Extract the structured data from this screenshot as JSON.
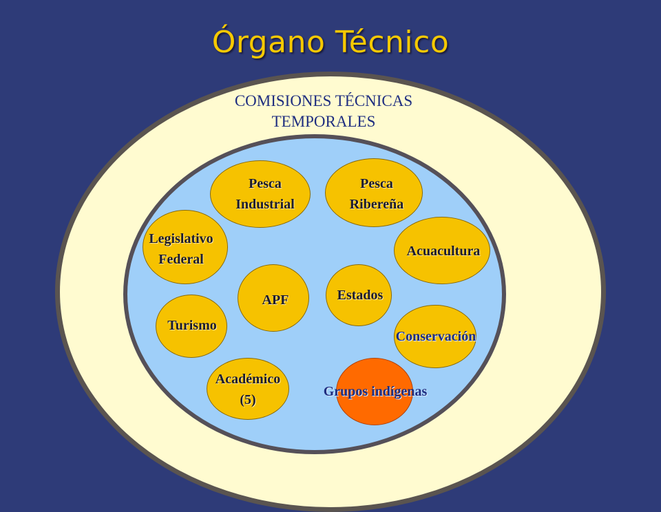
{
  "title": "Órgano Técnico",
  "outer": {
    "label": "COMISIONES TÉCNICAS\nTEMPORALES"
  },
  "nodes": {
    "pesca_industrial": "Pesca\nIndustrial",
    "pesca_ribereña": "Pesca\nRibereña",
    "legislativo_federal": "Legislativo\nFederal",
    "acuacultura": "Acuacultura",
    "apf": "APF",
    "estados": "Estados",
    "turismo": "Turismo",
    "conservacion": "Conservación",
    "academico": "Académico\n(5)",
    "grupos_indigenas": "Grupos indígenas"
  },
  "colors": {
    "background": "#2e3b78",
    "title": "#f6c900",
    "outer_fill": "#fffbd0",
    "inner_fill": "#9fcff9",
    "node_fill": "#f6c200",
    "highlight_node_fill": "#ff6a00",
    "text_blue": "#1f2e80"
  }
}
